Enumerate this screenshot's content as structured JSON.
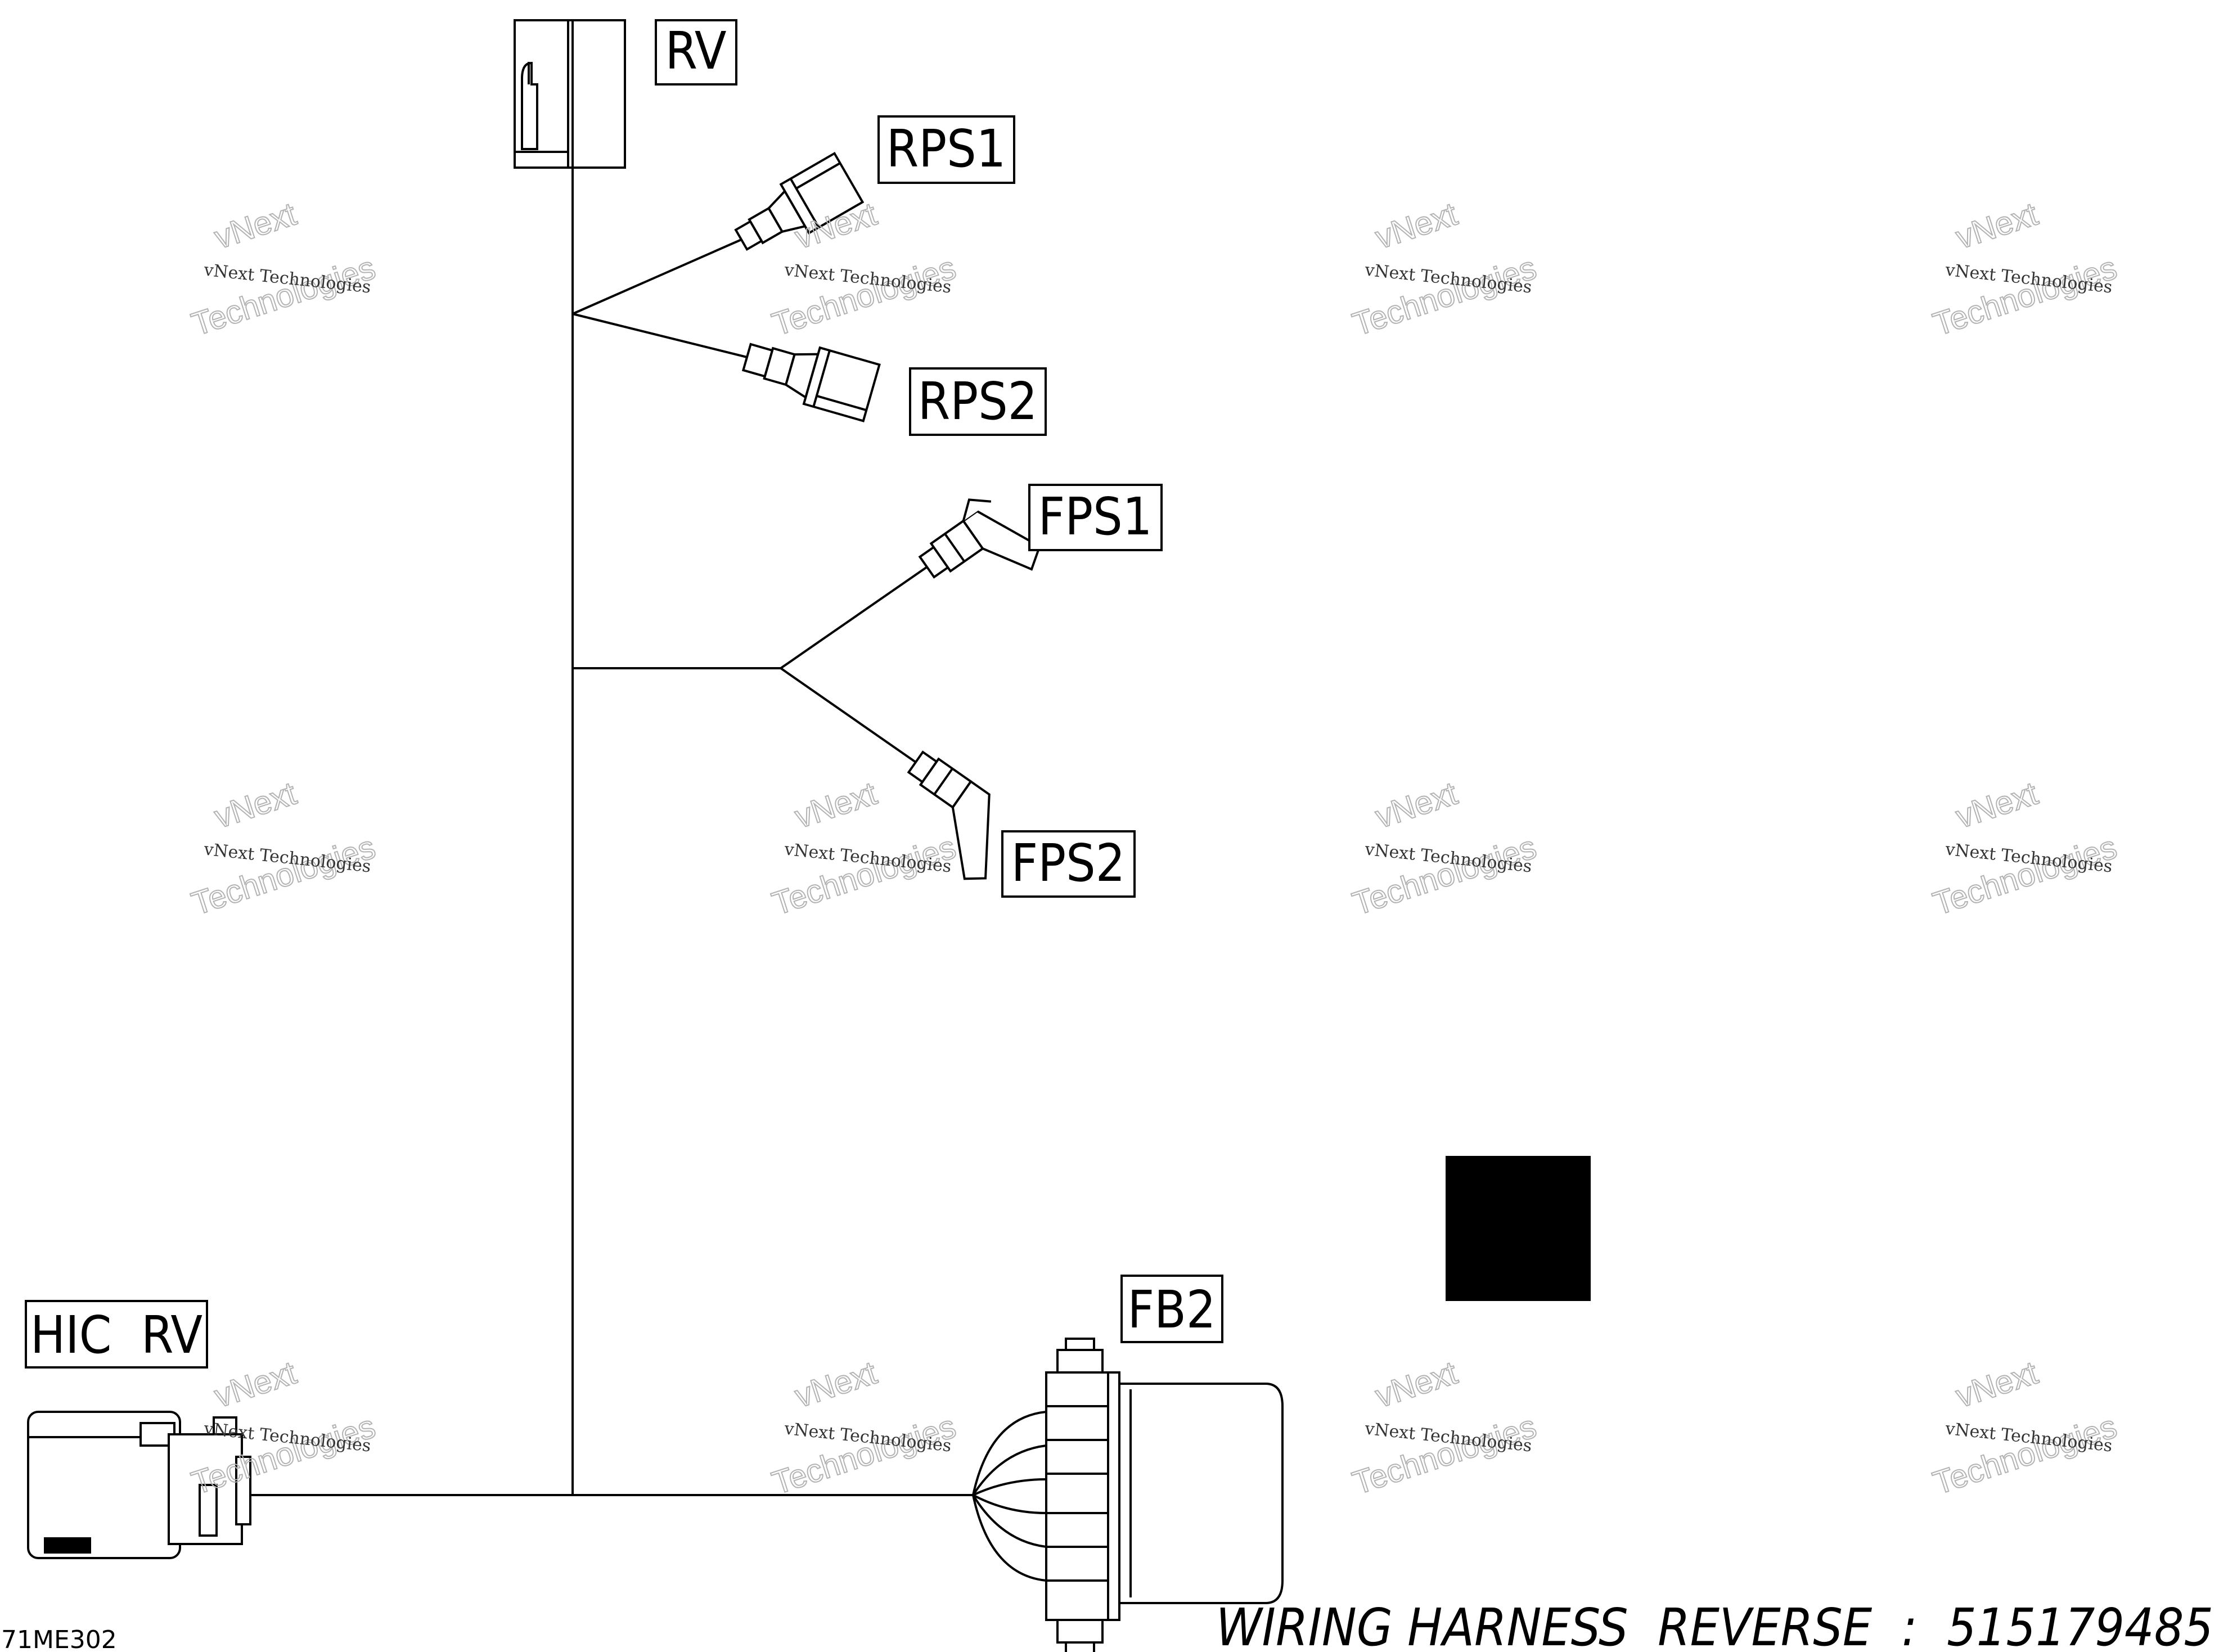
{
  "connectors": {
    "rv": "RV",
    "rps1": "RPS1",
    "rps2": "RPS2",
    "fps1": "FPS1",
    "fps2": "FPS2",
    "fb2": "FB2",
    "hic_rv": "HIC  RV"
  },
  "footer": {
    "drawing_code": "71ME302",
    "title": "WIRING HARNESS  REVERSE  :  515179485"
  },
  "watermark": {
    "line1": "vNext Technologies",
    "line2": "vNext",
    "line3": "Technologies"
  },
  "colors": {
    "line": "#000000",
    "background": "#ffffff",
    "watermark": "#b3b3b3"
  }
}
